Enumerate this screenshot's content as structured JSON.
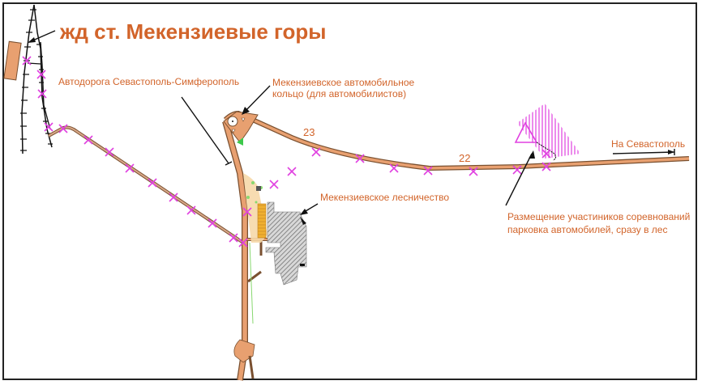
{
  "map": {
    "title": "жд ст. Мекензиевые горы",
    "labels": {
      "highway": "Автодорога Севастополь-Симферополь",
      "ring_line1": "Мекензиевское автомобильное",
      "ring_line2": "кольцо (для автомобилистов)",
      "forestry": "Мекензиевское лесничество",
      "to_sevastopol": "На Севастополь",
      "parking_line1": "Размещение участиников соревнований",
      "parking_line2": "парковка автомобилей, сразу в лес",
      "km23": "23",
      "km22": "22"
    },
    "colors": {
      "label": "#d2642a",
      "road_fill": "#e8a070",
      "road_edge": "#7a5030",
      "marker": "#e040e0",
      "railway": "#111111",
      "forest_hatch": "#888888",
      "orchard": "#f0b030"
    },
    "legend_icons": [
      "railway",
      "road",
      "cross-marker",
      "triangle-start",
      "hatched-area",
      "arrow"
    ]
  }
}
